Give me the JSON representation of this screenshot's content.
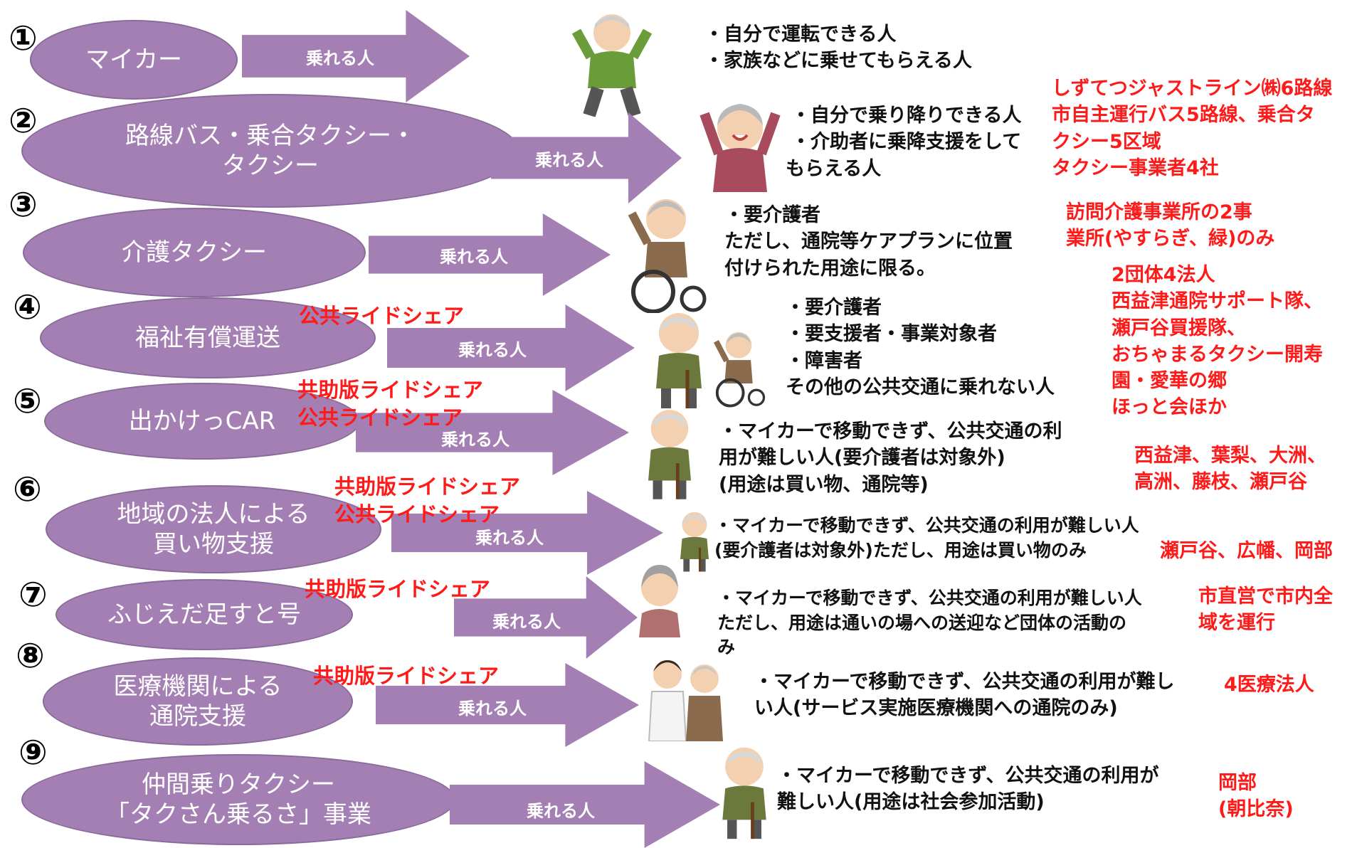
{
  "arrow_label": "乗れる人",
  "rows": [
    {
      "number": "①",
      "service_lines": [
        "マイカー"
      ],
      "riders": [
        "・自分で運転できる人",
        "・家族などに乗せてもらえる人"
      ],
      "notes": [],
      "tags": []
    },
    {
      "number": "②",
      "service_lines": [
        "路線バス・乗合タクシー・",
        "タクシー"
      ],
      "riders": [
        "・自分で乗り降りできる人",
        "・介助者に乗降支援をして",
        "もらえる人"
      ],
      "notes": [
        "しずてつジャストライン㈱6路線",
        "市自主運行バス5路線、乗合タ",
        "クシー5区域",
        "タクシー事業者4社"
      ],
      "tags": []
    },
    {
      "number": "③",
      "service_lines": [
        "介護タクシー"
      ],
      "riders": [
        "・要介護者",
        "ただし、通院等ケアプランに位置",
        "付けられた用途に限る。"
      ],
      "notes": [
        "訪問介護事業所の2事",
        "業所(やすらぎ、緑)のみ"
      ],
      "tags": []
    },
    {
      "number": "④",
      "service_lines": [
        "福祉有償運送"
      ],
      "riders": [
        "・要介護者",
        "・要支援者・事業対象者",
        "・障害者",
        "その他の公共交通に乗れない人"
      ],
      "notes": [
        "2団体4法人",
        "西益津通院サポート隊、",
        "瀬戸谷買援隊、",
        "おちゃまるタクシー開寿",
        "園・愛華の郷",
        "ほっと会ほか"
      ],
      "tags": [
        "公共ライドシェア"
      ]
    },
    {
      "number": "⑤",
      "service_lines": [
        "出かけっCAR"
      ],
      "riders": [
        "・マイカーで移動できず、公共交通の利",
        "用が難しい人(要介護者は対象外)",
        "(用途は買い物、通院等)"
      ],
      "notes": [
        "西益津、葉梨、大洲、",
        "高洲、藤枝、瀬戸谷"
      ],
      "tags": [
        "共助版ライドシェア",
        "公共ライドシェア"
      ]
    },
    {
      "number": "⑥",
      "service_lines": [
        "地域の法人による",
        "買い物支援"
      ],
      "riders": [
        "・マイカーで移動できず、公共交通の利用が難しい人",
        "(要介護者は対象外)ただし、用途は買い物のみ"
      ],
      "notes": [
        "瀬戸谷、広幡、岡部"
      ],
      "tags": [
        "共助版ライドシェア",
        "公共ライドシェア"
      ]
    },
    {
      "number": "⑦",
      "service_lines": [
        "ふじえだ足すと号"
      ],
      "riders": [
        "・マイカーで移動できず、公共交通の利用が難しい人",
        "ただし、用途は通いの場への送迎など団体の活動の",
        "み"
      ],
      "notes": [
        "市直営で市内全",
        "域を運行"
      ],
      "tags": [
        "共助版ライドシェア"
      ]
    },
    {
      "number": "⑧",
      "service_lines": [
        "医療機関による",
        "通院支援"
      ],
      "riders": [
        "・マイカーで移動できず、公共交通の利用が難し",
        "い人(サービス実施医療機関への通院のみ)"
      ],
      "notes": [
        "4医療法人"
      ],
      "tags": [
        "共助版ライドシェア"
      ]
    },
    {
      "number": "⑨",
      "service_lines": [
        "仲間乗りタクシー",
        "「タクさん乗るさ」事業"
      ],
      "riders": [
        "・マイカーで移動できず、公共交通の利用が",
        "難しい人(用途は社会参加活動)"
      ],
      "notes": [
        "岡部",
        "(朝比奈)"
      ],
      "tags": []
    }
  ],
  "colors": {
    "shape": "#a47fb4",
    "label_text": "#ffffff",
    "red_text": "#ff1a1a"
  },
  "icons": [
    "elderly-man-cheering-icon",
    "elderly-woman-cheering-icon",
    "wheelchair-man-icon",
    "elderly-man-with-cane-icon",
    "elderly-woman-icon",
    "nurse-with-patient-icon"
  ]
}
